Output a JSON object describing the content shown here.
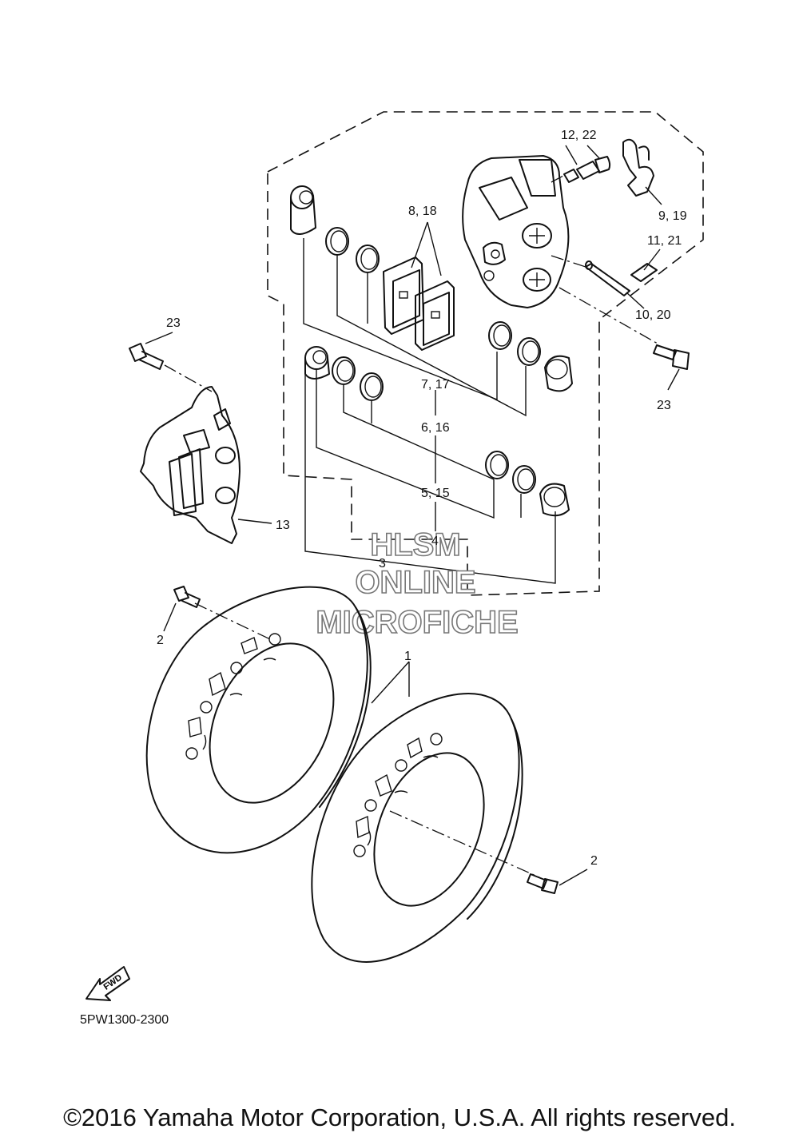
{
  "callouts": {
    "c12_22": "12, 22",
    "c8_18": "8, 18",
    "c9_19": "9, 19",
    "c11_21": "11, 21",
    "c10_20": "10, 20",
    "c23_top": "23",
    "c23_right": "23",
    "c7_17": "7, 17",
    "c6_16": "6, 16",
    "c5_15": "5, 15",
    "c13": "13",
    "c4": "4",
    "c3": "3",
    "c2_left": "2",
    "c1": "1",
    "c2_right": "2"
  },
  "fwd_label": "FWD",
  "watermark": {
    "line1": "HLSM",
    "line2": "ONLINE",
    "line3": "MICROFICHE"
  },
  "diagram_code": "5PW1300-2300",
  "copyright": "©2016 Yamaha Motor Corporation, U.S.A. All rights reserved."
}
